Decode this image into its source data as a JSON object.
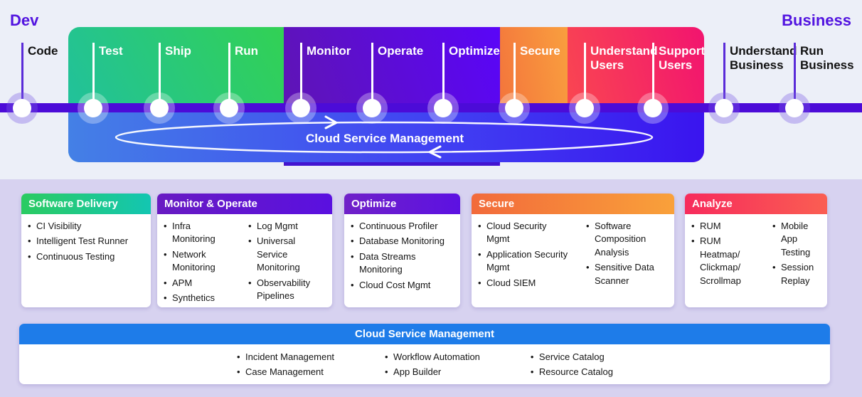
{
  "page": {
    "dev_label": "Dev",
    "business_label": "Business"
  },
  "colors": {
    "timeline_bar": "#4C0BD8",
    "block_green": "#2BCB61",
    "block_teal": "#13C6B2",
    "block_purple": "#5A0FE8",
    "block_orange": "#F6913D",
    "block_pink": "#F2146F",
    "loop_band_blue": "#4144F2",
    "csm_header_blue": "#1E7CE9",
    "title_purple": "#5214E0"
  },
  "timeline": {
    "loop_label": "Cloud Service Management",
    "stages": [
      "Code",
      "Test",
      "Ship",
      "Run",
      "Monitor",
      "Operate",
      "Optimize",
      "Secure",
      "Understand\nUsers",
      "Support\nUsers",
      "Understand\nBusiness",
      "Run\nBusiness"
    ]
  },
  "cards": [
    {
      "title": "Software Delivery",
      "columns": [
        [
          "CI Visibility",
          "Intelligent Test Runner",
          "Continuous Testing"
        ]
      ]
    },
    {
      "title": "Monitor & Operate",
      "columns": [
        [
          "Infra Monitoring",
          "Network Monitoring",
          "APM",
          "Synthetics"
        ],
        [
          "Log Mgmt",
          "Universal Service Monitoring",
          "Observability Pipelines"
        ]
      ]
    },
    {
      "title": "Optimize",
      "columns": [
        [
          "Continuous Profiler",
          "Database Monitoring",
          "Data Streams Monitoring",
          "Cloud Cost Mgmt"
        ]
      ]
    },
    {
      "title": "Secure",
      "columns": [
        [
          "Cloud Security Mgmt",
          "Application Security Mgmt",
          "Cloud SIEM"
        ],
        [
          "Software Composition Analysis",
          "Sensitive Data Scanner"
        ]
      ]
    },
    {
      "title": "Analyze",
      "columns": [
        [
          "RUM",
          "RUM Heatmap/ Clickmap/ Scrollmap"
        ],
        [
          "Mobile App Testing",
          "Session Replay"
        ]
      ]
    }
  ],
  "csm_bar": {
    "title": "Cloud Service Management",
    "columns": [
      [
        "Incident Management",
        "Case Management"
      ],
      [
        "Workflow Automation",
        "App Builder"
      ],
      [
        "Service Catalog",
        "Resource Catalog"
      ]
    ]
  }
}
